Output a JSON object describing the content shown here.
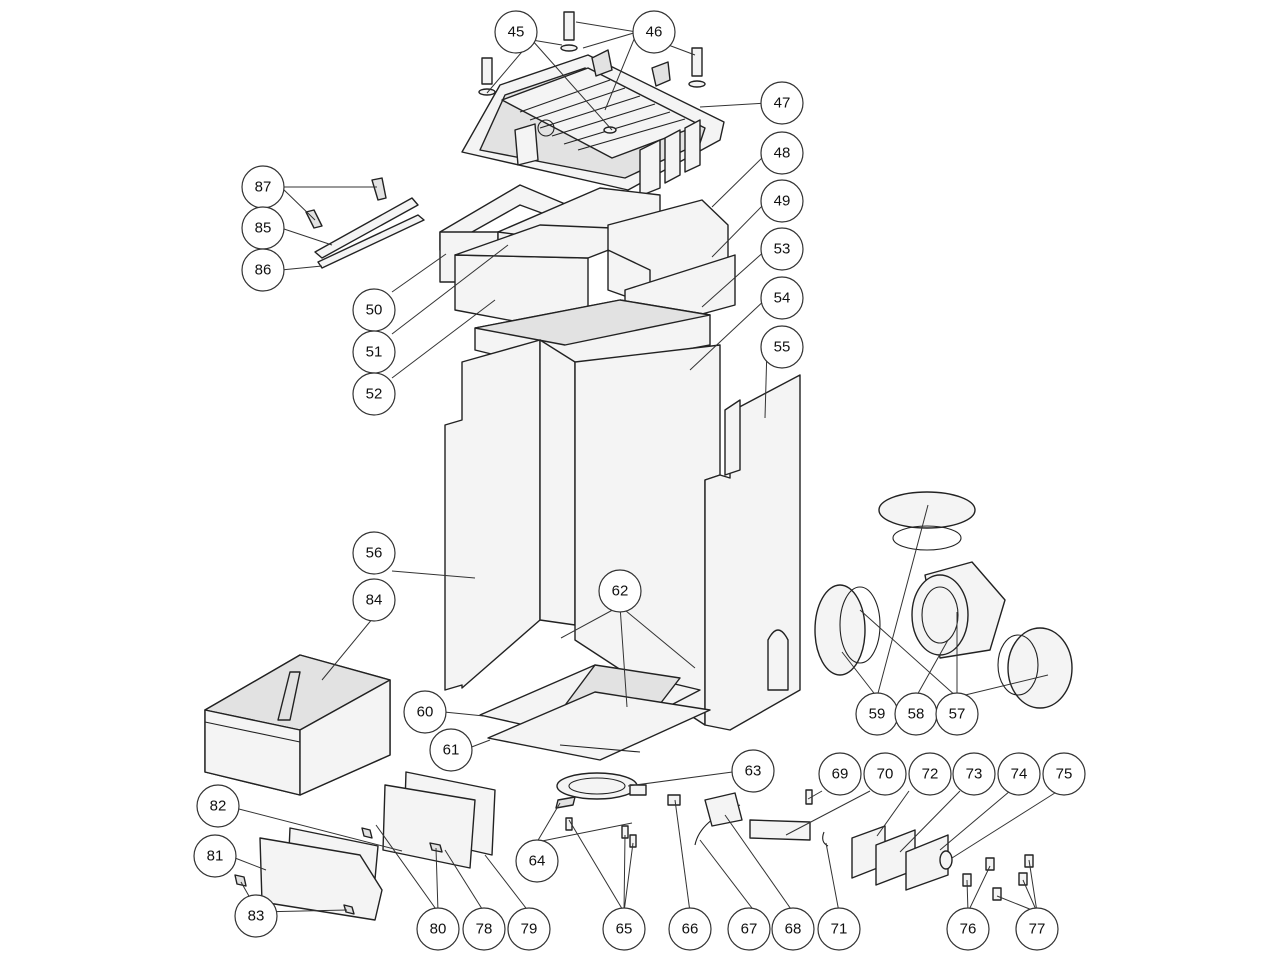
{
  "callouts": [
    {
      "id": "45",
      "label": "45"
    },
    {
      "id": "46",
      "label": "46"
    },
    {
      "id": "47",
      "label": "47"
    },
    {
      "id": "48",
      "label": "48"
    },
    {
      "id": "49",
      "label": "49"
    },
    {
      "id": "53",
      "label": "53"
    },
    {
      "id": "54",
      "label": "54"
    },
    {
      "id": "55",
      "label": "55"
    },
    {
      "id": "87",
      "label": "87"
    },
    {
      "id": "85",
      "label": "85"
    },
    {
      "id": "86",
      "label": "86"
    },
    {
      "id": "50",
      "label": "50"
    },
    {
      "id": "51",
      "label": "51"
    },
    {
      "id": "52",
      "label": "52"
    },
    {
      "id": "56",
      "label": "56"
    },
    {
      "id": "84",
      "label": "84"
    },
    {
      "id": "62",
      "label": "62"
    },
    {
      "id": "60",
      "label": "60"
    },
    {
      "id": "61",
      "label": "61"
    },
    {
      "id": "63",
      "label": "63"
    },
    {
      "id": "69",
      "label": "69"
    },
    {
      "id": "70",
      "label": "70"
    },
    {
      "id": "72",
      "label": "72"
    },
    {
      "id": "73",
      "label": "73"
    },
    {
      "id": "74",
      "label": "74"
    },
    {
      "id": "75",
      "label": "75"
    },
    {
      "id": "59",
      "label": "59"
    },
    {
      "id": "58",
      "label": "58"
    },
    {
      "id": "57",
      "label": "57"
    },
    {
      "id": "82",
      "label": "82"
    },
    {
      "id": "81",
      "label": "81"
    },
    {
      "id": "83",
      "label": "83"
    },
    {
      "id": "80",
      "label": "80"
    },
    {
      "id": "78",
      "label": "78"
    },
    {
      "id": "79",
      "label": "79"
    },
    {
      "id": "64",
      "label": "64"
    },
    {
      "id": "65",
      "label": "65"
    },
    {
      "id": "66",
      "label": "66"
    },
    {
      "id": "67",
      "label": "67"
    },
    {
      "id": "68",
      "label": "68"
    },
    {
      "id": "71",
      "label": "71"
    },
    {
      "id": "76",
      "label": "76"
    },
    {
      "id": "77",
      "label": "77"
    }
  ]
}
